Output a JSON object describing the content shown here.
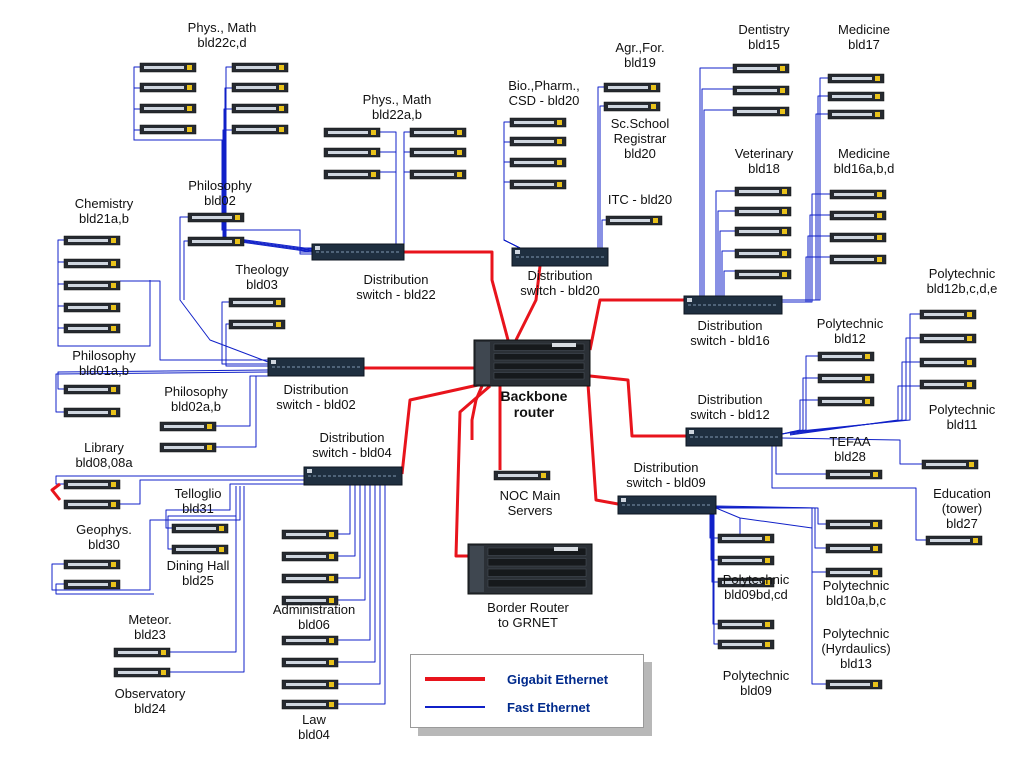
{
  "labels": {
    "phys_math_22cd": [
      "Phys., Math",
      "bld22c,d"
    ],
    "phys_math_22ab": [
      "Phys., Math",
      "bld22a,b"
    ],
    "bio_pharm": [
      "Bio.,Pharm.,",
      "CSD - bld20"
    ],
    "agr_for": [
      "Agr.,For.",
      "bld19"
    ],
    "sc_school": [
      "Sc.School",
      "Registrar",
      "bld20"
    ],
    "itc": [
      "ITC - bld20"
    ],
    "dentistry": [
      "Dentistry",
      "bld15"
    ],
    "medicine17": [
      "Medicine",
      "bld17"
    ],
    "veterinary": [
      "Veterinary",
      "bld18"
    ],
    "medicine16": [
      "Medicine",
      "bld16a,b,d"
    ],
    "chemistry": [
      "Chemistry",
      "bld21a,b"
    ],
    "philosophy02": [
      "Philosophy",
      "bld02"
    ],
    "theology": [
      "Theology",
      "bld03"
    ],
    "philosophy01": [
      "Philosophy",
      "bld01a,b"
    ],
    "philosophy02ab": [
      "Philosophy",
      "bld02a,b"
    ],
    "library": [
      "Library",
      "bld08,08a"
    ],
    "telloglio": [
      "Telloglio",
      "bld31"
    ],
    "geophys": [
      "Geophys.",
      "bld30"
    ],
    "dining": [
      "Dining Hall",
      "bld25"
    ],
    "meteor": [
      "Meteor.",
      "bld23"
    ],
    "administration": [
      "Administration",
      "bld06"
    ],
    "observatory": [
      "Observatory",
      "bld24"
    ],
    "law": [
      "Law",
      "bld04"
    ],
    "noc": [
      "NOC Main",
      "Servers"
    ],
    "border": [
      "Border Router",
      "to GRNET"
    ],
    "poly12bcde": [
      "Polytechnic",
      "bld12b,c,d,e"
    ],
    "poly12": [
      "Polytechnic",
      "bld12"
    ],
    "poly11": [
      "Polytechnic",
      "bld11"
    ],
    "tefaa": [
      "TEFAA",
      "bld28"
    ],
    "education": [
      "Education",
      "(tower)",
      "bld27"
    ],
    "poly09bdcd": [
      "Polytechnic",
      "bld09bd,cd"
    ],
    "poly10": [
      "Polytechnic",
      "bld10a,b,c"
    ],
    "poly13": [
      "Polytechnic",
      "(Hyrdaulics)",
      "bld13"
    ],
    "poly09": [
      "Polytechnic",
      "bld09"
    ],
    "dist22": [
      "Distribution",
      "switch - bld22"
    ],
    "dist20": [
      "Distribution",
      "switch - bld20"
    ],
    "dist16": [
      "Distribution",
      "switch - bld16"
    ],
    "dist02": [
      "Distribution",
      "switch - bld02"
    ],
    "dist04": [
      "Distribution",
      "switch - bld04"
    ],
    "dist12": [
      "Distribution",
      "switch - bld12"
    ],
    "dist09": [
      "Distribution",
      "switch - bld09"
    ],
    "backbone": [
      "Backbone",
      "router"
    ]
  },
  "legend": {
    "gigabit": "Gigabit Ethernet",
    "fast": "Fast Ethernet"
  },
  "colors": {
    "gigabit": "#e8141c",
    "fast": "#1020c8",
    "device_body": "#262a30",
    "background": "#ffffff"
  }
}
